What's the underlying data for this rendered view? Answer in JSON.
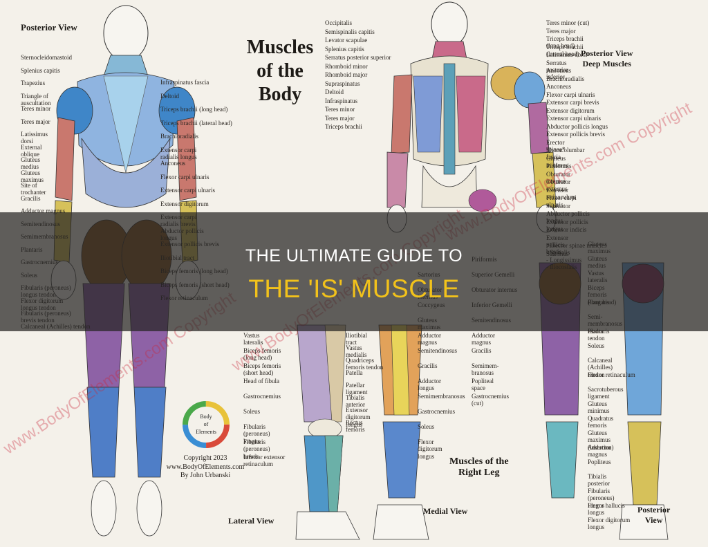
{
  "banner": {
    "line1": "THE ULTIMATE GUIDE TO",
    "line2": "THE 'IS' MUSCLE"
  },
  "poster": {
    "title": "Muscles\nof the\nBody",
    "watermark": "www.BodyOfElements.com Copyright",
    "copyright": "Copyright 2023\nwww.BodyOfElements.com\nBy John Urbanski",
    "logo_words": [
      "Body",
      "of",
      "Elements"
    ],
    "colors": {
      "background": "#f4f1ea",
      "banner": "#262422",
      "banner_accent": "#f2c21b",
      "muscle_blue": "#7f9bd6",
      "muscle_red": "#c9786e",
      "muscle_brown": "#8a5a2a",
      "muscle_purple": "#8e62a6",
      "muscle_yellow": "#d6c15a",
      "skin": "#f7f5f0"
    }
  },
  "panels": {
    "posterior": {
      "heading": "Posterior View",
      "labels": [
        "Sternocleidomastoid",
        "Splenius capitis",
        "Trapezius",
        "Triangle of\nauscultation",
        "Teres minor",
        "Teres major",
        "Latissimus\ndorsi",
        "External\noblique",
        "Gluteus\nmedius",
        "Gluteus\nmaximus",
        "Site of\ntrochanter",
        "Gracilis",
        "Adductor magnus",
        "Semitendinosus",
        "Semimembranosus",
        "Plantaris",
        "Gastrocnemius",
        "Soleus",
        "Fibularis (peroneus)\nlongus tendon",
        "Flexor digitorum\nlongus tendon",
        "Fibularis (peroneus)\nbrevis tendon",
        "Calcaneal (Achilles) tendon",
        "Infraspinatus fascia",
        "Deltoid",
        "Triceps brachii (long head)",
        "Triceps brachii (lateral head)",
        "Brachioradialis",
        "Extensor carpi\nradialis longus",
        "Anconeus",
        "Flexor carpi ulnaris",
        "Extensor carpi ulnaris",
        "Extensor digitorum",
        "Extensor carpi\nradialis brevis",
        "Abductor pollicis\nlongus",
        "Extensor pollicis brevis",
        "Iliotibial tract",
        "Biceps femoris (long head)",
        "Biceps femoris (short head)",
        "Flexor retinaculum"
      ]
    },
    "deep": {
      "heading": "Posterior View\nDeep Muscles",
      "labels": [
        "Occipitalis",
        "Semispinalis capitis",
        "Levator scapulae",
        "Splenius capitis",
        "Serratus posterior superior",
        "Rhomboid minor",
        "Rhomboid major",
        "Supraspinatus",
        "Deltoid",
        "Infraspinatus",
        "Teres minor",
        "Teres major",
        "Triceps brachii",
        "Teres minor (cut)",
        "Teres major",
        "Triceps brachii\n(long head)",
        "Triceps brachii\n(lateral head)",
        "Latissimus dorsi",
        "Serratus\nposterior\ninferior",
        "Anconeus",
        "Brachioradialis",
        "Anconeus",
        "Flexor carpi ulnaris",
        "Extensor carpi brevis",
        "Extensor digitorum",
        "Extensor carpi ulnaris",
        "Abductor pollicis longus",
        "Extensor pollicis brevis",
        "Erector\nspinae*",
        "Thoracolumbar\nfascia",
        "Gluteus\nminimus",
        "Piriformis",
        "Obturator\ninternus",
        "Obturator\nexternus",
        "Extensor\nretinaculum",
        "Flexor carpi\nulnaris",
        "Supinator",
        "Abductor pollicis\nlongus",
        "Extensor pollicis\nlongus",
        "Extensor indicis",
        "Extensor\npollicis\nbrevis",
        "*Erector spinae muscles\n- Spinalis\n- Longissimus\n- Iliocostalis",
        "Sartorius"
      ]
    },
    "lateral": {
      "heading": "Lateral View",
      "labels": [
        "Vastus\nlateralis",
        "Biceps femoris\n(long head)",
        "Biceps femoris\n(short head)",
        "Head of fibula",
        "Gastrocnemius",
        "Soleus",
        "Fibularis\n(peroneus)\nlongus",
        "Fibularis\n(peroneus)\nbrevis",
        "Inferior extensor\nretinaculum",
        "Iliotibial\ntract",
        "Vastus\nmedialis",
        "Quadriceps\nfemoris tendon",
        "Patella",
        "Patellar\nligament",
        "Tibialis\nanterior",
        "Extensor\ndigitorum\nlongus",
        "Rectus\nfemoris"
      ]
    },
    "medial": {
      "heading": "Medial View",
      "labels": [
        "Sartorius",
        "Obturator\ninternus",
        "Coccygeus",
        "Gluteus\nmaximus",
        "Adductor\nmagnus",
        "Semitendinosus",
        "Gracilis",
        "Adductor\nlongus",
        "Semimembranosus",
        "Gastrocnemius",
        "Soleus",
        "Flexor\ndigitorum\nlongus"
      ]
    },
    "right_leg": {
      "heading": "Muscles of the\nRight Leg",
      "labels": [
        "Piriformis",
        "Superior Gemelli",
        "Obturator internus",
        "Inferior Gemelli",
        "Semitendinosus",
        "Adductor\nmagnus",
        "Gracilis",
        "Semimem-\nbranosus",
        "Popliteal\nspace",
        "Gastrocnemius\n(cut)",
        "Gluteus\nmaximus",
        "Gluteus\nmedius",
        "Vastus\nlateralis",
        "Biceps\nfemoris\n(long head)",
        "Plantaris",
        "Semi-\nmembranosus\ntendon",
        "Plantaris\ntendon",
        "Soleus",
        "Calcaneal\n(Achilles)\ntendon",
        "Flexor retinaculum",
        "Sacrotuberous\nligament",
        "Gluteus\nminimus",
        "Quadratus\nfemoris",
        "Gluteus\nmaximus\n(insertion)",
        "Adductor\nmagnus",
        "Popliteus",
        "Tibialis\nposterior",
        "Fibularis\n(peroneus)\nlongus",
        "Flexor hallucis\nlongus",
        "Flexor digitorum\nlongus"
      ]
    },
    "posterior_right": {
      "heading": "Posterior\nView"
    }
  }
}
